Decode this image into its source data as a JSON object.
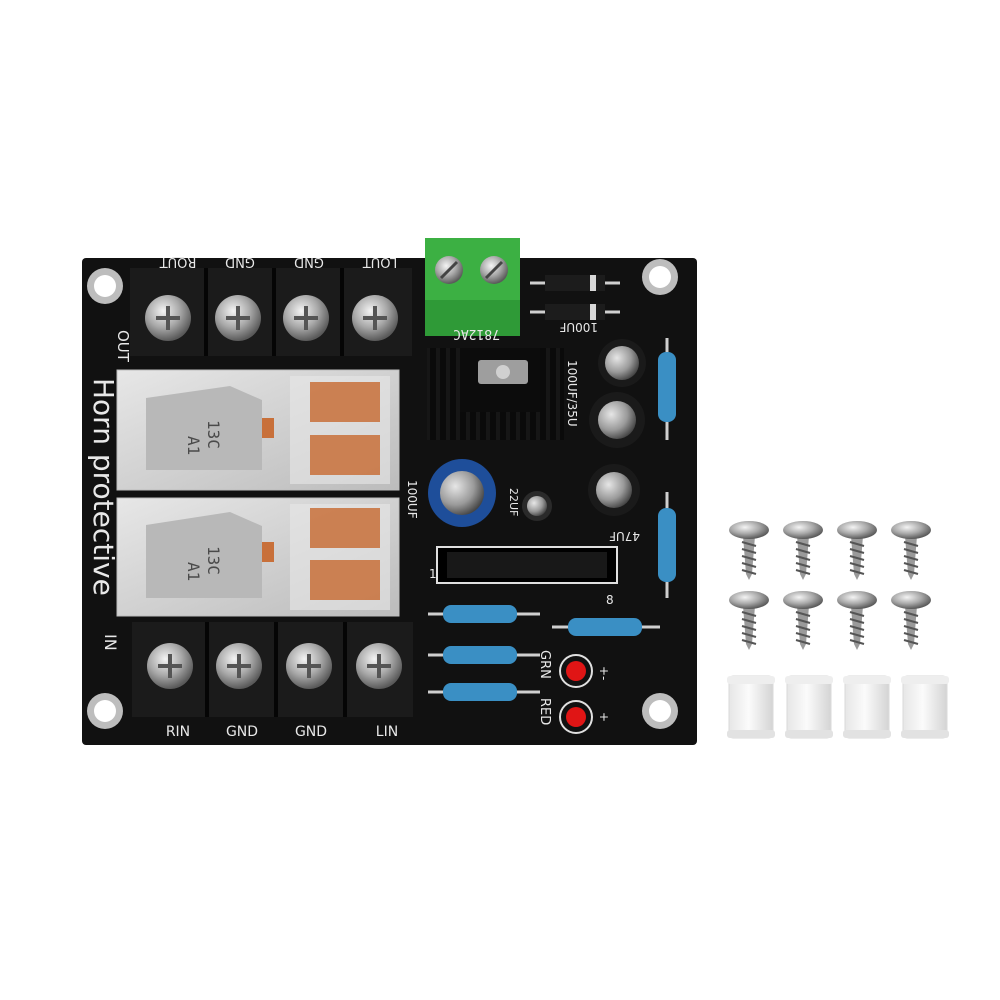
{
  "board": {
    "title_silk": "Horn protective",
    "out_label": "OUT",
    "in_label": "IN",
    "output_terminals": [
      "ROUT",
      "GND",
      "GND",
      "LOUT"
    ],
    "input_terminals": [
      "RIN",
      "GND",
      "GND",
      "LIN"
    ],
    "relay_marks": [
      "A1",
      "13C"
    ],
    "regulator_label": "7812AC",
    "cap_top_label": "100UF",
    "cap_mid_label": "100UF/35U",
    "cap_left_label": "100UF",
    "cap_small_label": "22UF",
    "cap_right_label": "47UF",
    "ic_pin1": "1",
    "ic_pin8": "8",
    "led_grn": "GRN",
    "led_red": "RED",
    "led_grn_mark": "+-",
    "led_red_mark": "+"
  },
  "colors": {
    "pcb": "#111111",
    "terminal_green": "#3cb043",
    "relay_copper": "#c8703a",
    "led_red": "#e01515",
    "cap_blue": "#1e4e9a"
  },
  "accessories": {
    "screws_count": 8,
    "standoffs_count": 4
  }
}
